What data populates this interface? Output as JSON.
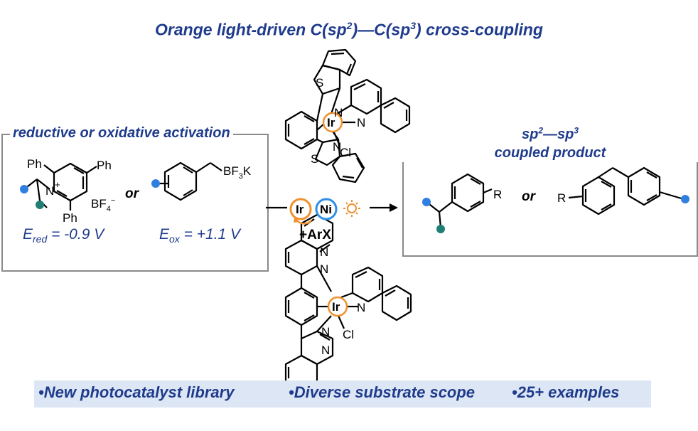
{
  "title": {
    "prefix": "Orange light-driven C(sp",
    "sup1": "2",
    "mid": ")—C(sp",
    "sup2": "3",
    "suffix": ") cross-coupling"
  },
  "left_box": {
    "label": "reductive or oxidative activation",
    "or_text": "or",
    "e_red": {
      "symbol": "E",
      "sub": "red",
      "value": " = -0.9 V"
    },
    "e_ox": {
      "symbol": "E",
      "sub": "ox",
      "value": " = +1.1 V"
    },
    "pyridinium": {
      "ph1": "Ph",
      "ph2": "Ph",
      "ph3": "Ph",
      "n": "N",
      "plus": "+",
      "counterion": "BF",
      "counterion_sub": "4",
      "counterion_sup": "−"
    },
    "benzyl": {
      "bf3": "BF",
      "bf3_sub": "3",
      "k": "K"
    }
  },
  "right_box": {
    "label_line1_a": "sp",
    "label_line1_sup1": "2",
    "label_line1_b": "—sp",
    "label_line1_sup2": "3",
    "label_line2": "coupled product",
    "or_text": "or",
    "r1": "R",
    "r2": "R"
  },
  "catalysts": {
    "top": {
      "metal": "Ir",
      "s1": "S",
      "n1": "N",
      "s2": "S",
      "n2": "N",
      "n3": "N",
      "cl": "Cl"
    },
    "bottom": {
      "metal": "Ir",
      "n1": "N",
      "n2": "N",
      "n3": "N",
      "n4": "N",
      "n5": "N",
      "cl": "Cl"
    }
  },
  "conditions": {
    "ir": "Ir",
    "ni": "Ni",
    "reagent": "+ArX"
  },
  "bullets": [
    "•New photocatalyst library",
    "•Diverse substrate scope",
    "•25+ examples"
  ],
  "colors": {
    "navy": "#1f3b8c",
    "blue_dot": "#2f7fe0",
    "teal_dot": "#1f7f73",
    "orange": "#f0912f",
    "ni_blue": "#2f8fe8",
    "box_border": "#8a8a8a",
    "bar_bg": "#dde6f4"
  }
}
